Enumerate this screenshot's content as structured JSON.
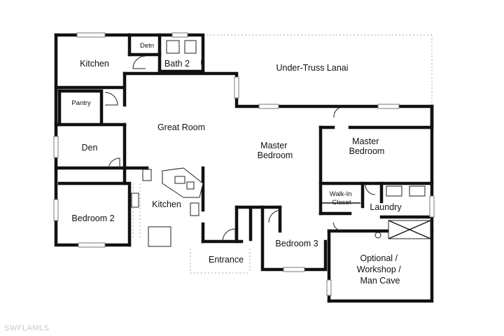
{
  "rooms": {
    "kitchen_top": "Kitchen",
    "detn": "Detn",
    "bath2": "Bath 2",
    "lanai": "Under-Truss Lanai",
    "pantry": "Pantry",
    "great_room": "Great Room",
    "den": "Den",
    "master_bedroom_center": [
      "Master",
      "Bedroom"
    ],
    "master_bedroom_right": [
      "Master",
      "Bedroom"
    ],
    "kitchen_main": "Kitchen",
    "walk_in_closet": [
      "Walk-In",
      "Closet"
    ],
    "laundry": "Laundry",
    "bedroom2": "Bedroom 2",
    "bedroom3": "Bedroom 3",
    "entrance": "Entrance",
    "workshop": [
      "Optional /",
      "Workshop /",
      "Man Cave"
    ]
  },
  "watermark": "SWFLAMLS"
}
